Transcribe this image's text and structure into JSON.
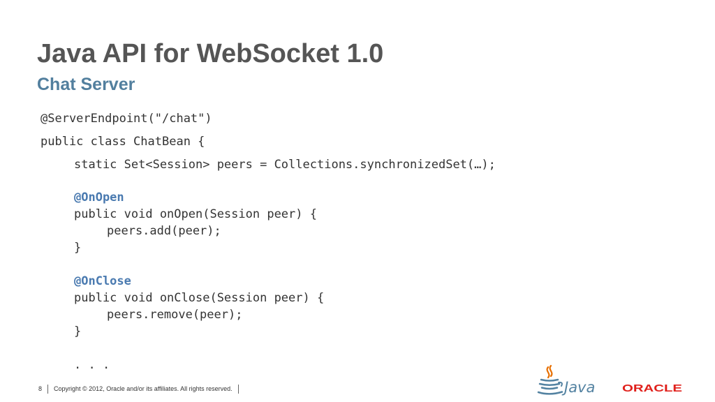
{
  "slide": {
    "title": "Java API for WebSocket 1.0",
    "subtitle": "Chat Server"
  },
  "code": {
    "lines": [
      "@ServerEndpoint(\"/chat\")",
      "public class ChatBean {",
      "static Set<Session> peers = Collections.synchronizedSet(…);",
      "@OnOpen",
      "public void onOpen(Session peer) {",
      "peers.add(peer);",
      "}",
      "@OnClose",
      "public void onClose(Session peer) {",
      "peers.remove(peer);",
      "}",
      ". . ."
    ]
  },
  "footer": {
    "page_number": "8",
    "copyright": "Copyright © 2012, Oracle and/or its affiliates. All rights reserved."
  },
  "logos": {
    "java": "Java",
    "oracle": "ORACLE"
  },
  "colors": {
    "title": "#555555",
    "subtitle": "#527f9e",
    "annotation": "#4a7ab0",
    "java_blue": "#5382a1",
    "java_orange": "#e76f00",
    "oracle_red": "#e0201b"
  }
}
